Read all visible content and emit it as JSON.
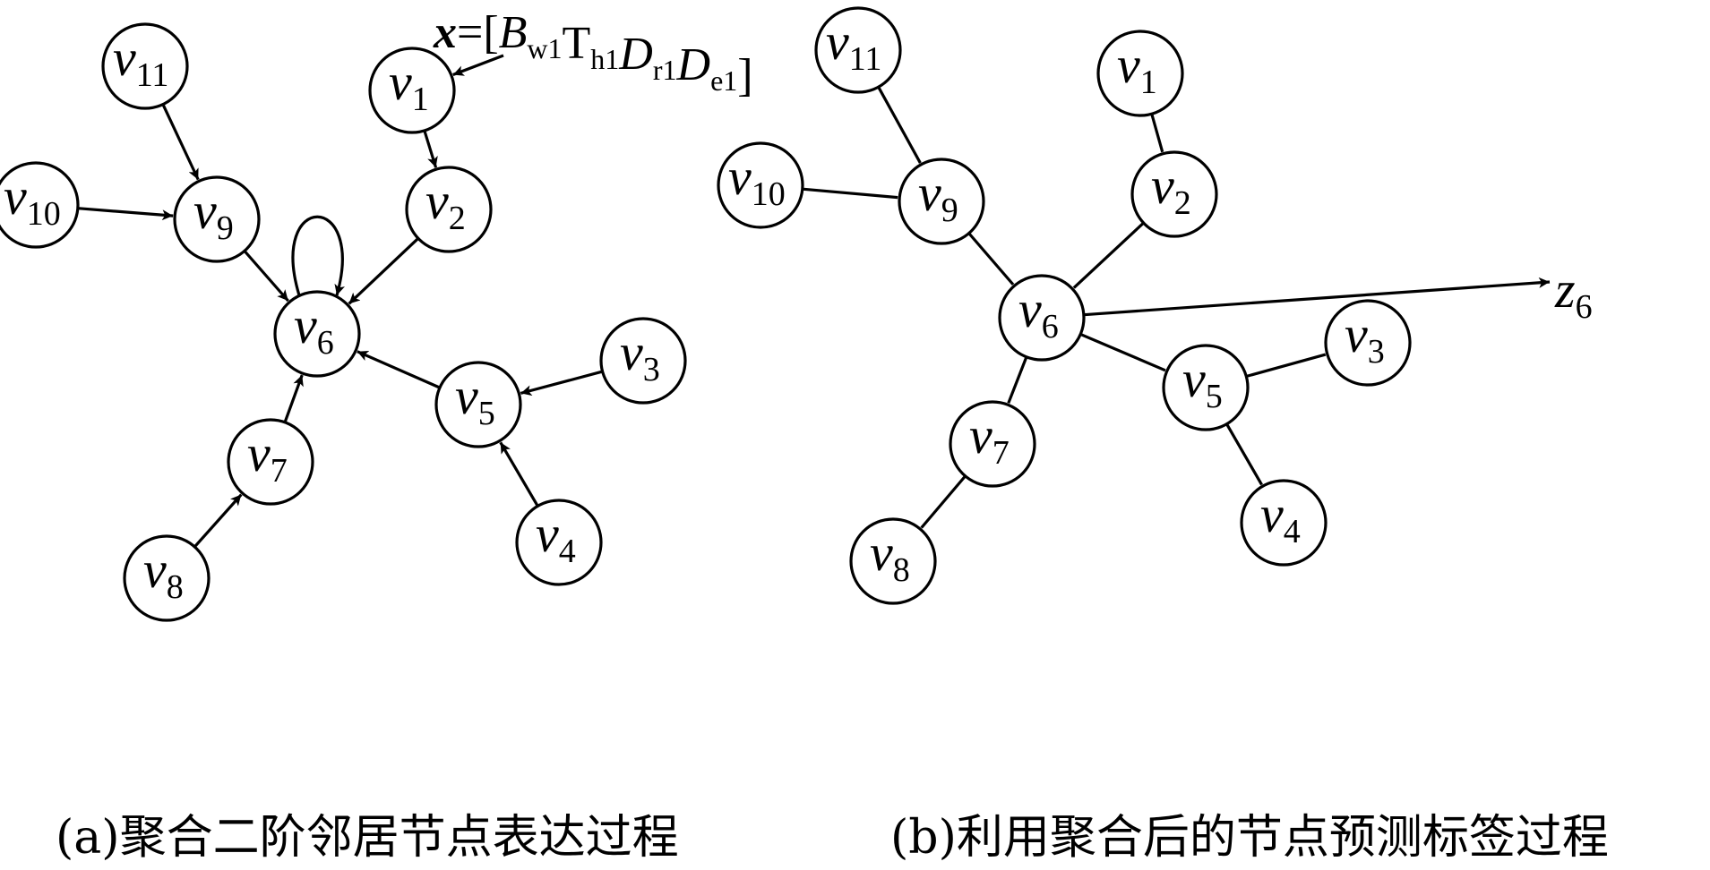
{
  "panels": [
    {
      "id": "a",
      "caption": "(a)聚合二阶邻居节点表达过程",
      "nodes": [
        {
          "id": "v11",
          "base": "v",
          "sub": "11"
        },
        {
          "id": "v1",
          "base": "v",
          "sub": "1"
        },
        {
          "id": "v10",
          "base": "v",
          "sub": "10"
        },
        {
          "id": "v9",
          "base": "v",
          "sub": "9"
        },
        {
          "id": "v2",
          "base": "v",
          "sub": "2"
        },
        {
          "id": "v6",
          "base": "v",
          "sub": "6"
        },
        {
          "id": "v3",
          "base": "v",
          "sub": "3"
        },
        {
          "id": "v5",
          "base": "v",
          "sub": "5"
        },
        {
          "id": "v7",
          "base": "v",
          "sub": "7"
        },
        {
          "id": "v4",
          "base": "v",
          "sub": "4"
        },
        {
          "id": "v8",
          "base": "v",
          "sub": "8"
        }
      ],
      "edges": [
        {
          "from": "v11",
          "to": "v9",
          "directed": true
        },
        {
          "from": "v10",
          "to": "v9",
          "directed": true
        },
        {
          "from": "v9",
          "to": "v6",
          "directed": true
        },
        {
          "from": "v1",
          "to": "v2",
          "directed": true
        },
        {
          "from": "v2",
          "to": "v6",
          "directed": true
        },
        {
          "from": "v3",
          "to": "v5",
          "directed": true
        },
        {
          "from": "v4",
          "to": "v5",
          "directed": true
        },
        {
          "from": "v5",
          "to": "v6",
          "directed": true
        },
        {
          "from": "v8",
          "to": "v7",
          "directed": true
        },
        {
          "from": "v7",
          "to": "v6",
          "directed": true
        },
        {
          "from": "v6",
          "to": "v6",
          "directed": true,
          "self_loop": true
        }
      ],
      "feature_label": {
        "target": "v1",
        "symbol": "x",
        "equals": "=[",
        "parts": [
          {
            "base": "B",
            "italic": true,
            "sub": "w1"
          },
          {
            "base": "T",
            "italic": false,
            "sub": "h1"
          },
          {
            "base": "D",
            "italic": true,
            "sub": "r1"
          },
          {
            "base": "D",
            "italic": true,
            "sub": "e1"
          }
        ],
        "close": "]"
      }
    },
    {
      "id": "b",
      "caption": "(b)利用聚合后的节点预测标签过程",
      "nodes": [
        {
          "id": "v11",
          "base": "v",
          "sub": "11"
        },
        {
          "id": "v1",
          "base": "v",
          "sub": "1"
        },
        {
          "id": "v10",
          "base": "v",
          "sub": "10"
        },
        {
          "id": "v9",
          "base": "v",
          "sub": "9"
        },
        {
          "id": "v2",
          "base": "v",
          "sub": "2"
        },
        {
          "id": "v6",
          "base": "v",
          "sub": "6"
        },
        {
          "id": "v3",
          "base": "v",
          "sub": "3"
        },
        {
          "id": "v5",
          "base": "v",
          "sub": "5"
        },
        {
          "id": "v7",
          "base": "v",
          "sub": "7"
        },
        {
          "id": "v4",
          "base": "v",
          "sub": "4"
        },
        {
          "id": "v8",
          "base": "v",
          "sub": "8"
        }
      ],
      "edges": [
        {
          "from": "v11",
          "to": "v9",
          "directed": false
        },
        {
          "from": "v10",
          "to": "v9",
          "directed": false
        },
        {
          "from": "v9",
          "to": "v6",
          "directed": false
        },
        {
          "from": "v1",
          "to": "v2",
          "directed": false
        },
        {
          "from": "v2",
          "to": "v6",
          "directed": false
        },
        {
          "from": "v6",
          "to": "v5",
          "directed": false
        },
        {
          "from": "v5",
          "to": "v3",
          "directed": false
        },
        {
          "from": "v5",
          "to": "v4",
          "directed": false
        },
        {
          "from": "v6",
          "to": "v7",
          "directed": false
        },
        {
          "from": "v7",
          "to": "v8",
          "directed": false
        }
      ],
      "output": {
        "from": "v6",
        "base": "z",
        "sub": "6"
      }
    }
  ]
}
